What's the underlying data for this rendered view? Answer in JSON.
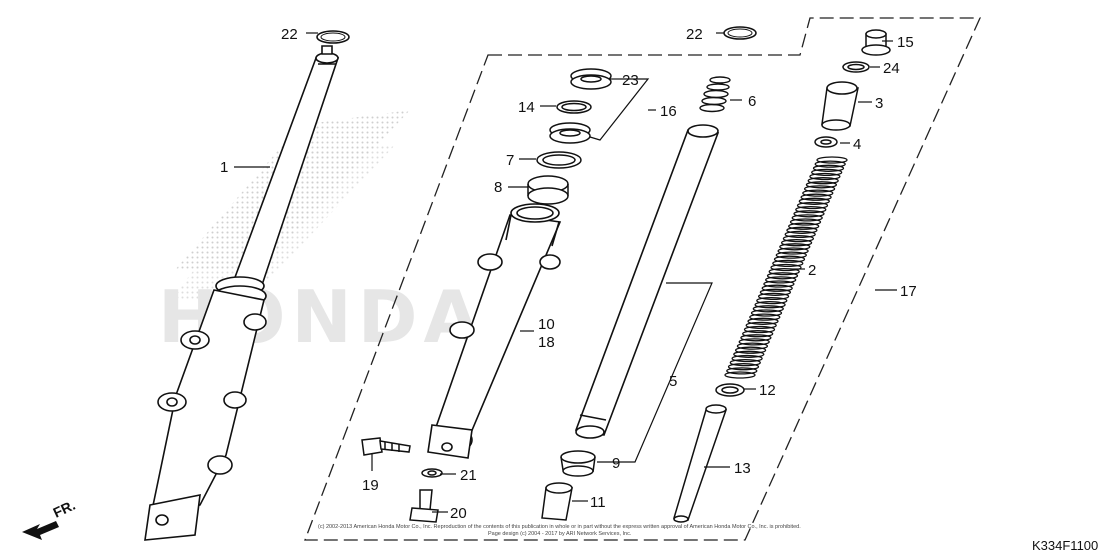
{
  "diagram": {
    "code": "K334F1100",
    "direction_label": "FR.",
    "watermark": "HONDA",
    "copyright_line1": "(c) 2002-2013 American Honda Motor Co., Inc. Reproduction of the contents of this publication in whole or in part without the express written approval of American Honda Motor Co., Inc. is prohibited.",
    "copyright_line2": "Page design (c) 2004 - 2017 by ARI Network Services, Inc.",
    "callouts": [
      "1",
      "2",
      "3",
      "4",
      "5",
      "6",
      "7",
      "8",
      "9",
      "10",
      "11",
      "12",
      "13",
      "14",
      "15",
      "16",
      "17",
      "18",
      "19",
      "20",
      "21",
      "22",
      "22",
      "23",
      "24"
    ]
  }
}
